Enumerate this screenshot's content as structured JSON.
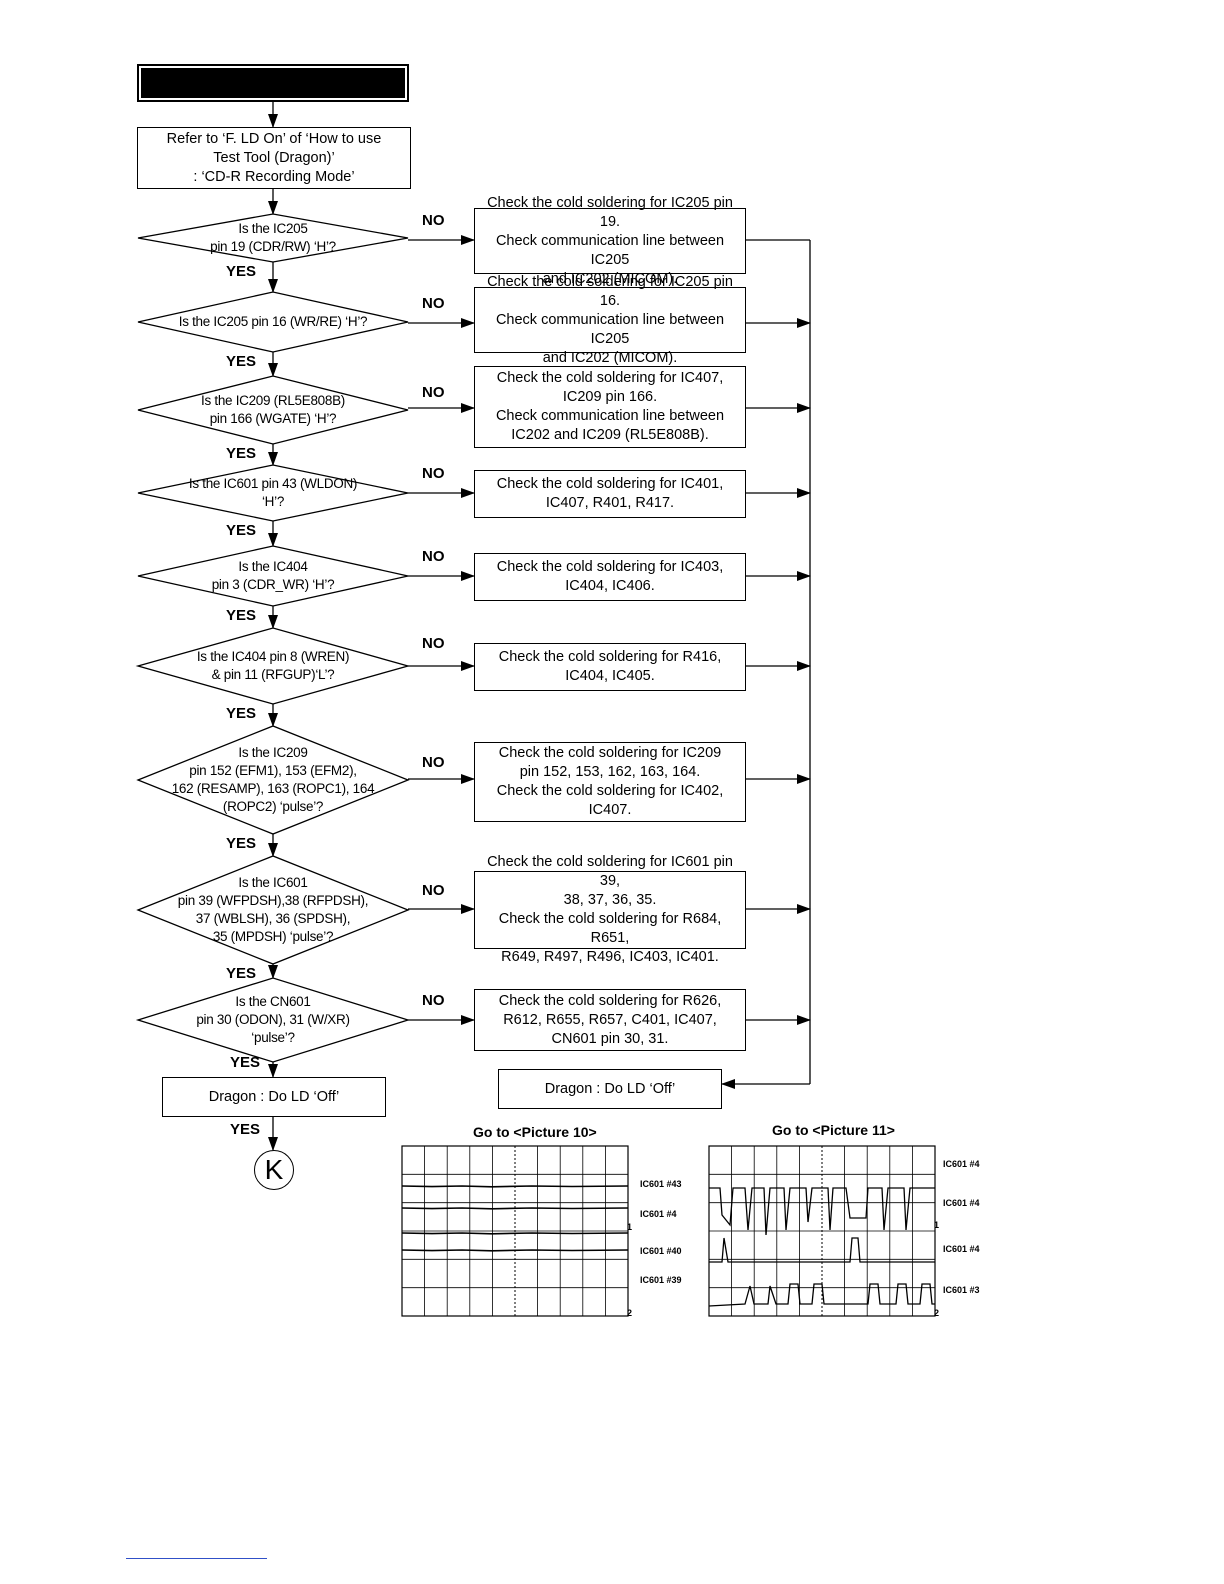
{
  "start_box": "Refer to ‘F. LD On’ of ‘How to use\nTest Tool (Dragon)’\n: ‘CD-R Recording Mode’",
  "yes_label": "YES",
  "no_label": "NO",
  "decisions": [
    {
      "text": "Is the IC205\npin 19 (CDR/RW) ‘H’?",
      "action": "Check the cold soldering for IC205 pin 19.\nCheck communication line between IC205\nand IC202 (MICOM)."
    },
    {
      "text": "Is the IC205 pin 16 (WR/RE) ‘H’?",
      "action": "Check the cold soldering for IC205 pin 16.\nCheck communication line between IC205\nand IC202 (MICOM)."
    },
    {
      "text": "Is the IC209 (RL5E808B)\npin 166 (WGATE) ‘H’?",
      "action": "Check the cold soldering for IC407,\nIC209 pin 166.\nCheck communication line between\nIC202 and IC209 (RL5E808B)."
    },
    {
      "text": "Is the IC601 pin 43 (WLDON)\n‘H’?",
      "action": "Check the cold soldering for IC401,\nIC407, R401, R417."
    },
    {
      "text": "Is the IC404\npin 3 (CDR_WR) ‘H’?",
      "action": "Check the cold soldering for IC403,\nIC404, IC406."
    },
    {
      "text": "Is the IC404 pin 8 (WREN)\n& pin 11 (RFGUP)‘L’?",
      "action": "Check the cold soldering for R416,\nIC404, IC405."
    },
    {
      "text": "Is the IC209\npin 152 (EFM1), 153 (EFM2),\n162 (RESAMP), 163 (ROPC1), 164\n(ROPC2) ‘pulse’?",
      "action": "Check the cold soldering for IC209\npin 152, 153, 162, 163, 164.\nCheck the cold soldering for IC402,\nIC407."
    },
    {
      "text": "Is the IC601\npin 39 (WFPDSH),38 (RFPDSH),\n37 (WBLSH), 36 (SPDSH),\n35 (MPDSH) ‘pulse’?",
      "action": "Check the cold soldering for IC601 pin 39,\n38, 37, 36, 35.\nCheck the cold soldering for R684, R651,\nR649, R497, R496, IC403, IC401."
    },
    {
      "text": "Is the CN601\npin 30 (ODON), 31 (W/XR)\n‘pulse’?",
      "action": "Check the cold soldering for R626,\nR612, R655, R657, C401, IC407,\nCN601 pin 30, 31."
    }
  ],
  "end_box_yes": "Dragon : Do LD ‘Off’",
  "end_box_no": "Dragon : Do LD ‘Off’",
  "connector": "K",
  "scope1": {
    "caption": "Go to <Picture 10>",
    "signals": [
      "IC601 #43",
      "IC601 #4",
      "IC601 #40",
      "IC601 #39"
    ],
    "markers": [
      "1",
      "2"
    ]
  },
  "scope2": {
    "caption": "Go to <Picture 11>",
    "signals": [
      "IC601 #4",
      "IC601 #4",
      "IC601 #4",
      "IC601 #3"
    ],
    "markers": [
      "1",
      "2"
    ]
  }
}
